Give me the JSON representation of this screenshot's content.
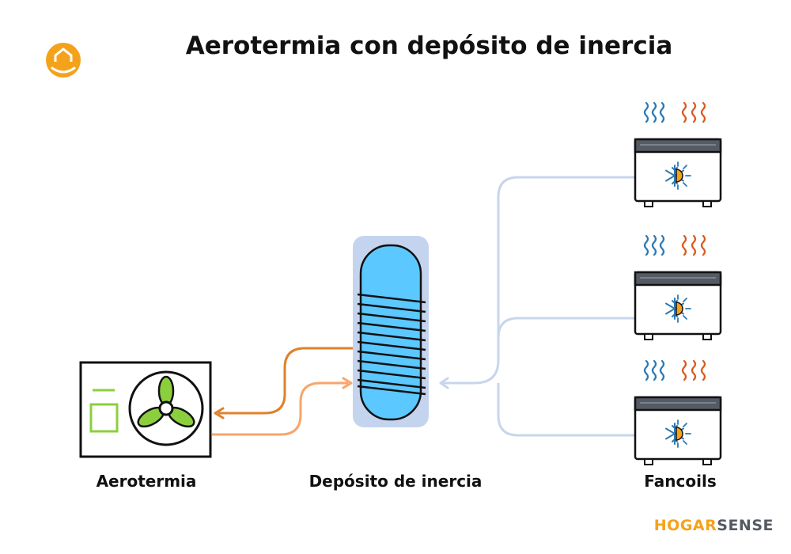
{
  "title": "Aerotermia con depósito de inercia",
  "labels": {
    "heat_pump": "Aerotermia",
    "tank": "Depósito de inercia",
    "fancoils": "Fancoils"
  },
  "brand": {
    "part1": "HOGAR",
    "part2": "SENSE"
  },
  "colors": {
    "supply_pipe": "#e0812a",
    "return_pipe": "#f7a56a",
    "circuit_pipe": "#c8d6ec",
    "tank_water": "#5bc8ff",
    "tank_shell": "#c5d4ee",
    "fan_green": "#8ccf3d",
    "brand_orange": "#f5a21b",
    "cold_wave": "#2b79b5",
    "hot_wave": "#d95a1f"
  },
  "icons": [
    "home-logo-icon",
    "fan-icon",
    "snowflake-icon",
    "sun-icon",
    "heat-wave-icon"
  ]
}
